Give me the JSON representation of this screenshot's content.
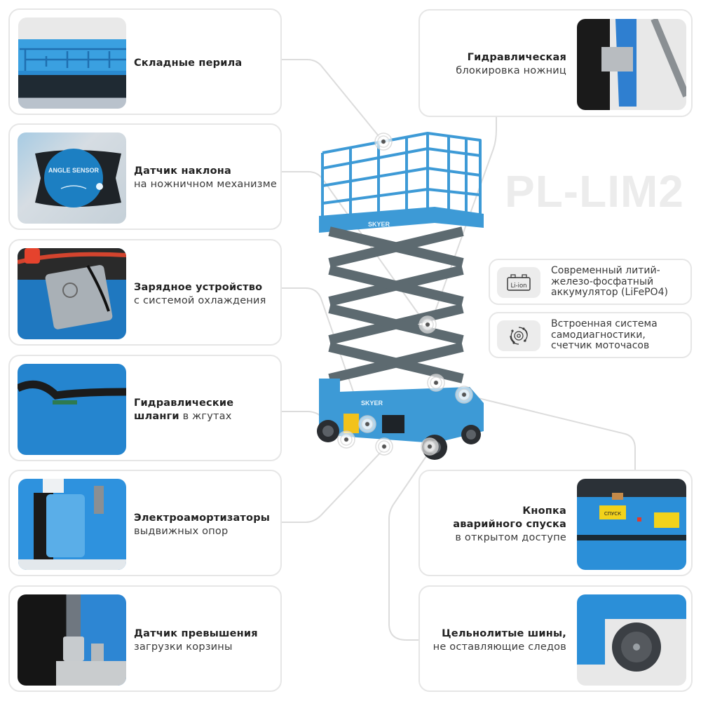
{
  "model": {
    "title": "PL-LIM2"
  },
  "left_cards": [
    {
      "bold": "Складные перила",
      "regular": ""
    },
    {
      "bold": "Датчик наклона",
      "regular": "на ножничном механизме",
      "photo_label": "ANGLE SENSOR"
    },
    {
      "bold": "Зарядное устройство",
      "regular": "с системой охлаждения"
    },
    {
      "bold": "Гидравлические",
      "bold2": "шланги",
      "regular": "в жгутах"
    },
    {
      "bold": "Электроамортизаторы",
      "regular": "выдвижных опор"
    },
    {
      "bold": "Датчик превышения",
      "regular": "загрузки корзины"
    }
  ],
  "right_cards": [
    {
      "bold": "Гидравлическая",
      "regular": "блокировка ножниц"
    },
    {
      "bold": "Кнопка",
      "bold2": "аварийного спуска",
      "regular": "в открытом доступе",
      "photo_label": "СПУСК"
    },
    {
      "bold": "Цельнолитые шины,",
      "regular": "не оставляющие следов"
    }
  ],
  "features": [
    {
      "icon": "battery-li-ion-icon",
      "icon_label": "Li-ion",
      "text": "Современный литий-\nжелезо-фосфатный\nаккумулятор (LiFePO4)"
    },
    {
      "icon": "diagnostics-gear-icon",
      "text": "Встроенная система\nсамодиагностики,\nсчетчик моточасов"
    }
  ],
  "product": {
    "brand": "SKYER"
  },
  "colors": {
    "lift_blue": "#3d9ad6",
    "scissor_gray": "#5d6a70",
    "card_border": "#e6e6e6",
    "connector": "#dcdcdc",
    "title_gray": "#ececec"
  }
}
